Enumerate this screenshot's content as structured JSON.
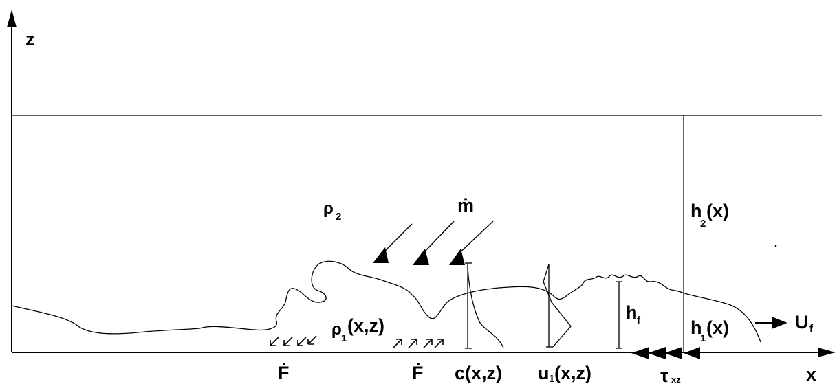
{
  "labels": {
    "z_axis": "z",
    "x_axis": "x",
    "rho2": "ρ",
    "rho2_sub": "2",
    "mdot": "ṁ",
    "h2": "h",
    "h2_sub": "2",
    "h2_arg": "(x)",
    "rho1": "ρ",
    "rho1_sub": "1",
    "rho1_arg": "(x,z)",
    "hf": "h",
    "hf_sub": "f",
    "h1": "h",
    "h1_sub": "1",
    "h1_arg": "(x)",
    "Uf": "U",
    "Uf_sub": "f",
    "F1": "Ḟ",
    "F2": "Ḟ",
    "c": "c(x,z)",
    "u": "u",
    "u_sub": "1",
    "u_arg": "(x,z)",
    "tau": "τ",
    "tau_sub": "xz"
  },
  "colors": {
    "ink": "#000000",
    "background": "#ffffff"
  }
}
